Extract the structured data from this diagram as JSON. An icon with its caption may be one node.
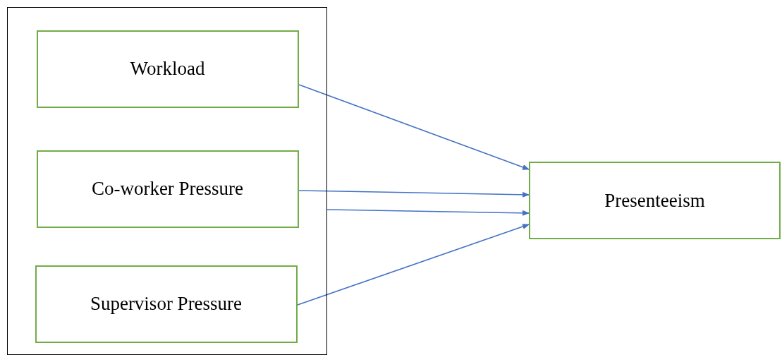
{
  "diagram": {
    "nodes": [
      {
        "text": [],
        "shape": "box"
      },
      {
        "text": [
          "Workload"
        ],
        "in": 0
      },
      {
        "text": [
          "Co-worker Pressure"
        ],
        "in": 0
      },
      {
        "text": [
          "Supervisor Pressure"
        ],
        "in": 0
      },
      {
        "text": [
          "Presenteeism"
        ]
      }
    ],
    "edges": [
      {
        "from": 1,
        "to": 4,
        "arrow": "to"
      },
      {
        "from": 2,
        "to": 4,
        "arrow": "to"
      },
      {
        "from": 0,
        "to": 4,
        "arrow": "to"
      },
      {
        "from": 3,
        "to": 4,
        "arrow": "to"
      }
    ]
  }
}
